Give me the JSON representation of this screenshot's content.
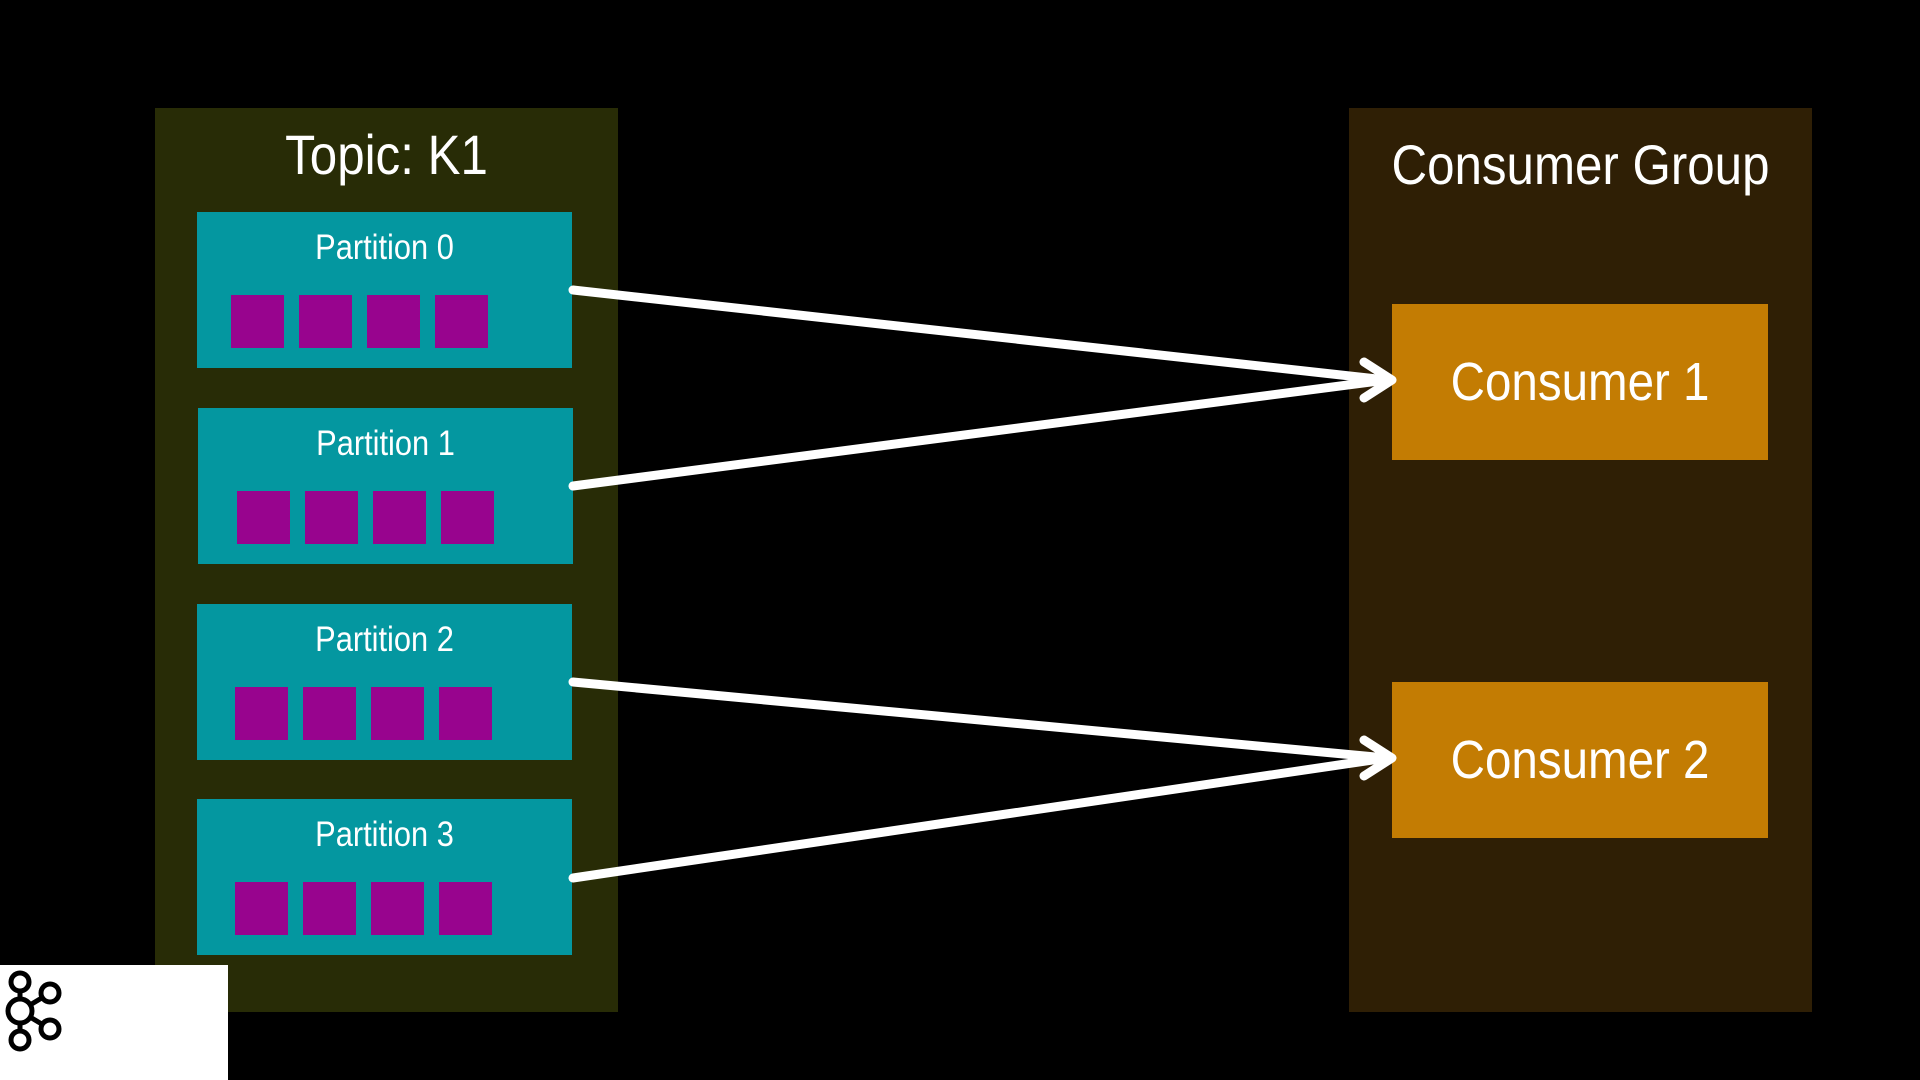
{
  "topic": {
    "title": "Topic: K1",
    "partitions": [
      {
        "label": "Partition 0",
        "messages": 4
      },
      {
        "label": "Partition 1",
        "messages": 4
      },
      {
        "label": "Partition 2",
        "messages": 4
      },
      {
        "label": "Partition 3",
        "messages": 4
      }
    ]
  },
  "consumer_group": {
    "title": "Consumer Group",
    "consumers": [
      {
        "label": "Consumer 1"
      },
      {
        "label": "Consumer 2"
      }
    ]
  },
  "assignments": [
    {
      "partition": "Partition 0",
      "consumer": "Consumer 1"
    },
    {
      "partition": "Partition 1",
      "consumer": "Consumer 1"
    },
    {
      "partition": "Partition 2",
      "consumer": "Consumer 2"
    },
    {
      "partition": "Partition 3",
      "consumer": "Consumer 2"
    }
  ],
  "logo": {
    "text": "kafka"
  },
  "colors": {
    "background": "#000000",
    "topic_panel": "#282c06",
    "group_panel": "#2f1f05",
    "partition": "#0497a0",
    "message": "#98048e",
    "consumer": "#c37c03",
    "arrow": "#ffffff"
  }
}
